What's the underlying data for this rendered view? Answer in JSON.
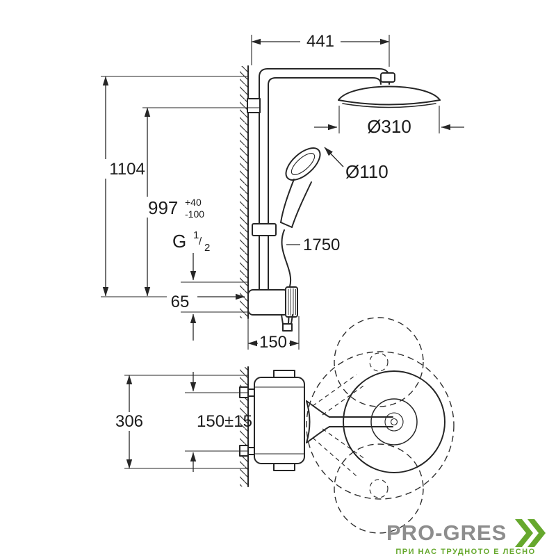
{
  "drawing": {
    "line_color": "#262626",
    "dims": {
      "top_width": "441",
      "head_diameter": "Ø310",
      "hand_diameter": "Ø110",
      "overall_height": "1104",
      "supply_height": "997",
      "supply_tol_plus": "+40",
      "supply_tol_minus": "-100",
      "thread_letter": "G",
      "thread_numerator": "1",
      "thread_slash": "/",
      "thread_denominator": "2",
      "wall_offset": "65",
      "hose_length": "1750",
      "valve_width": "150",
      "body_height": "306",
      "supply_spacing": "150±15"
    }
  },
  "logo": {
    "brand": "PRO-GRES",
    "tagline": "ПРИ НАС ТРУДНОТО Е ЛЕСНО",
    "brand_color": "#8d8d8d",
    "accent_green": "#66a82d"
  }
}
